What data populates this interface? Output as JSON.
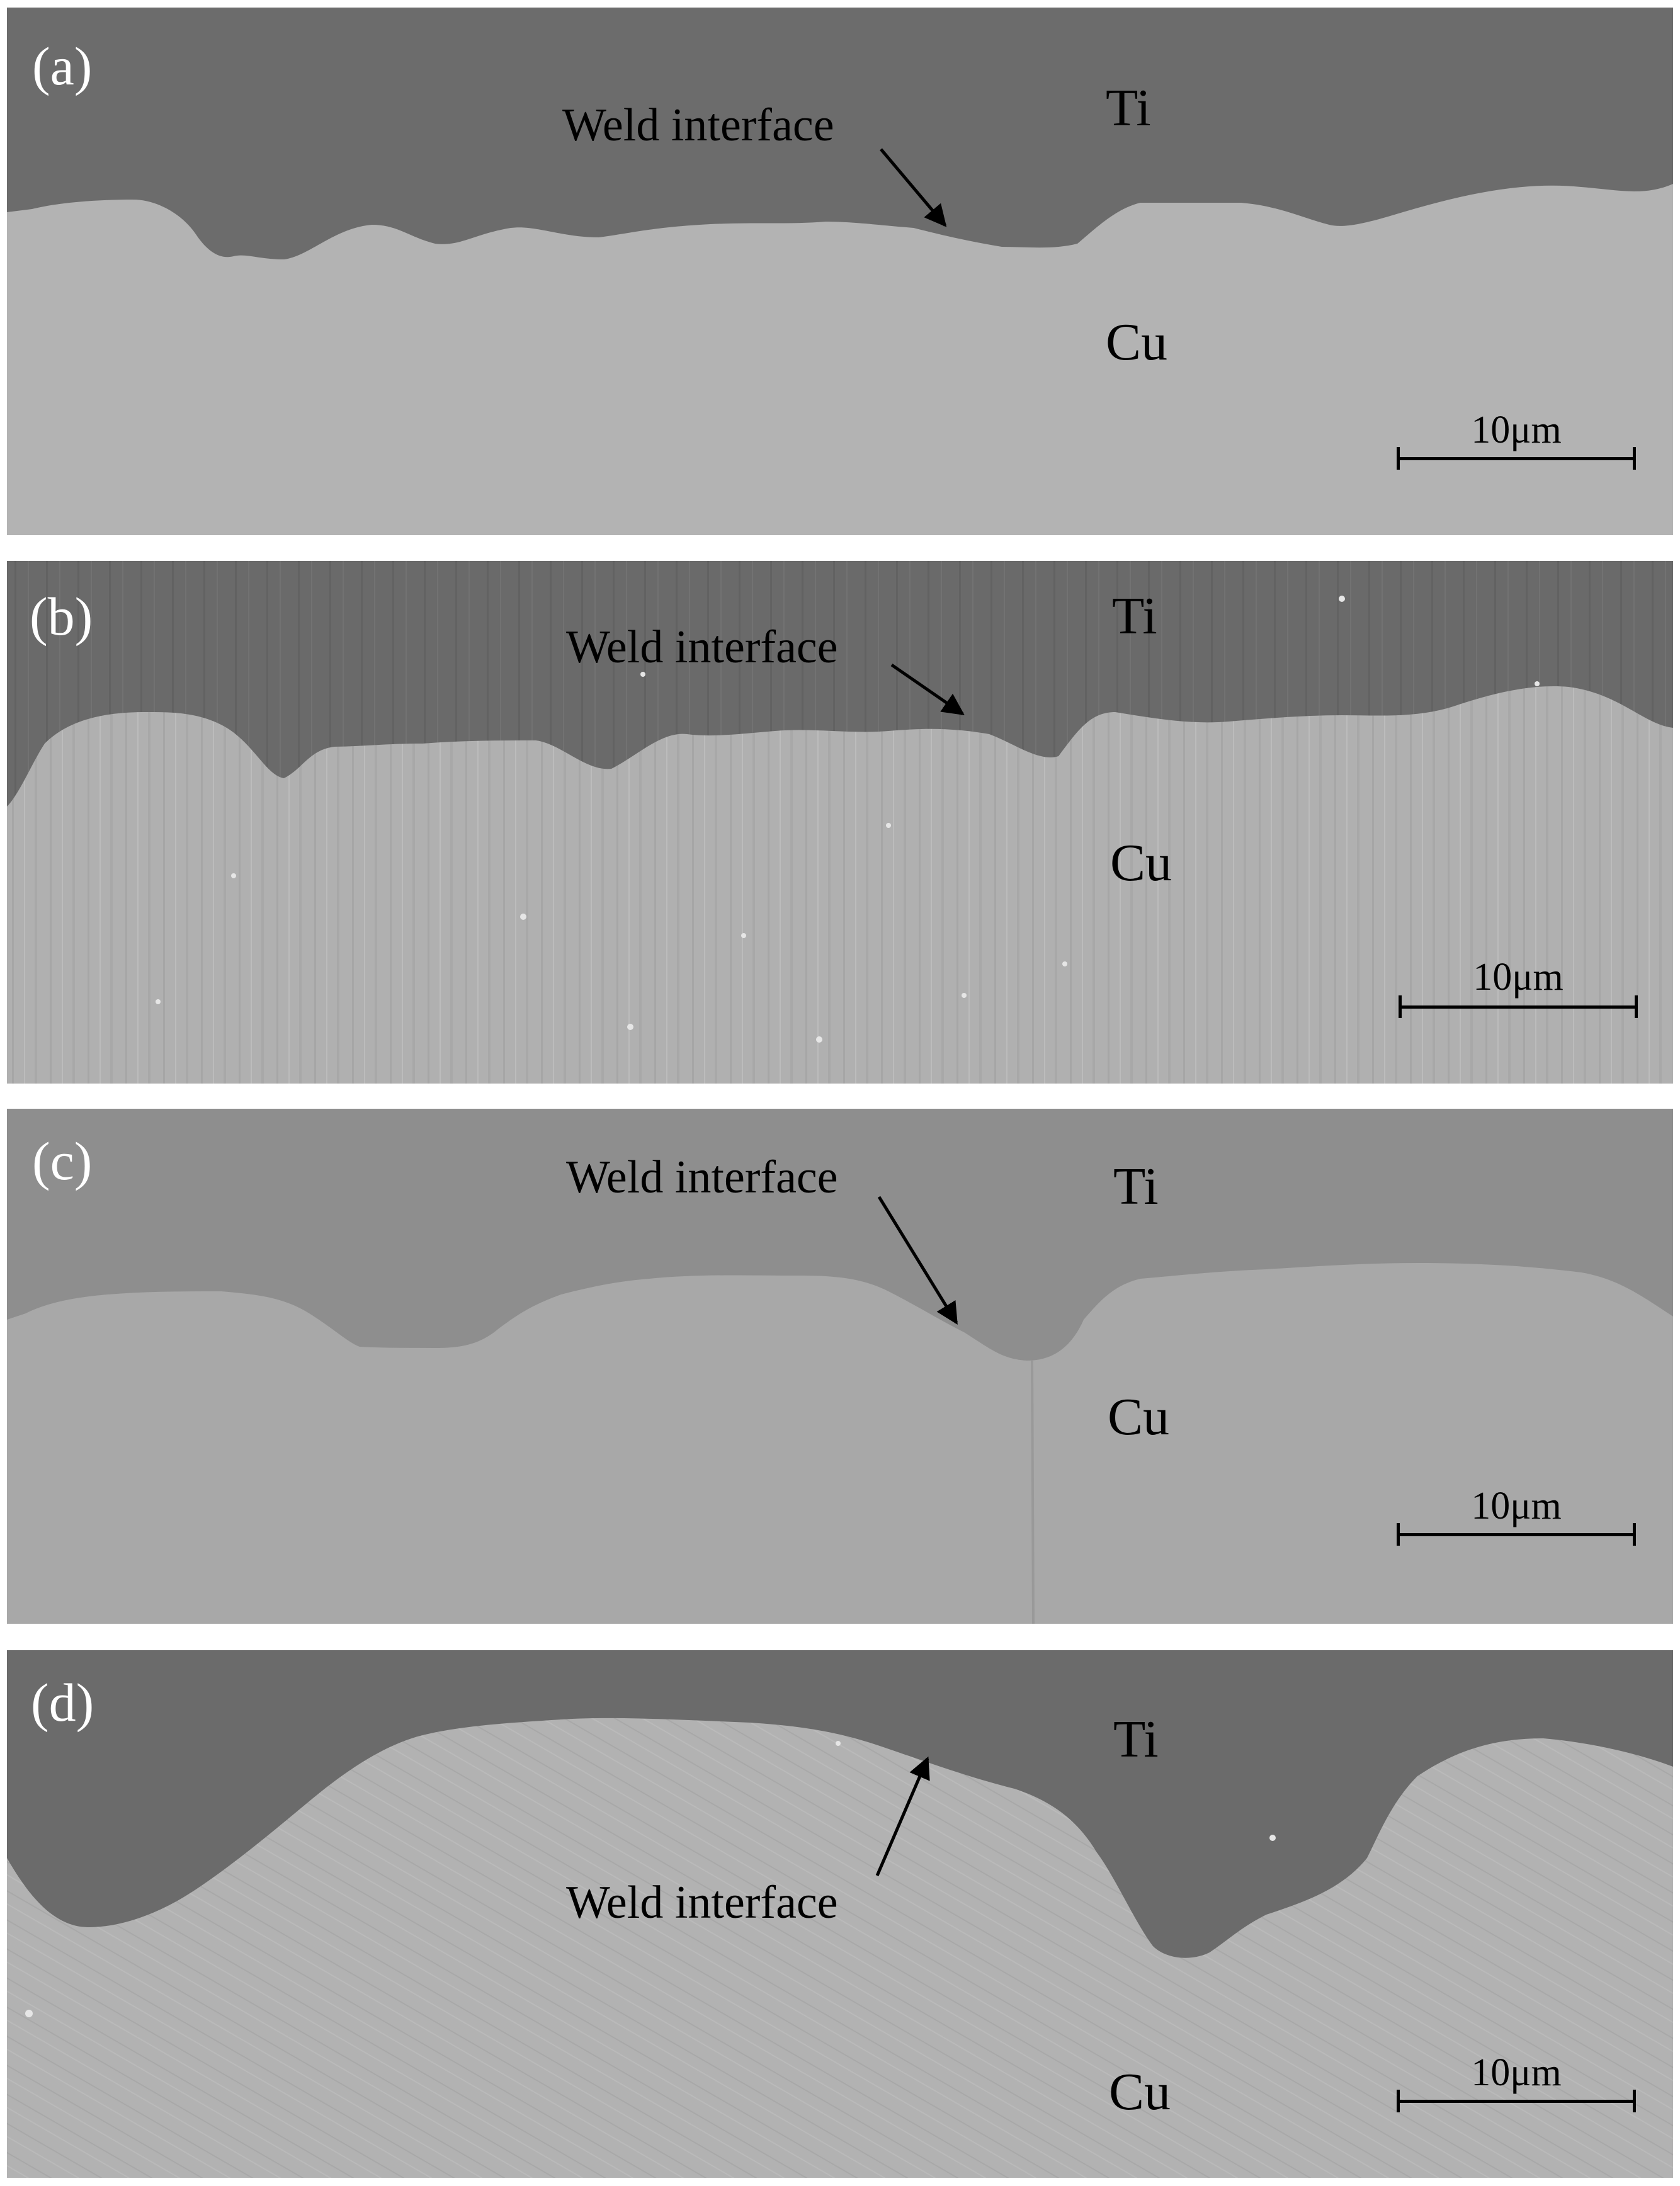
{
  "panels": [
    {
      "label": "(a)",
      "top_material": "Ti",
      "bottom_material": "Cu",
      "annotation": "Weld interface",
      "scale": "10μm"
    },
    {
      "label": "(b)",
      "top_material": "Ti",
      "bottom_material": "Cu",
      "annotation": "Weld interface",
      "scale": "10μm"
    },
    {
      "label": "(c)",
      "top_material": "Ti",
      "bottom_material": "Cu",
      "annotation": "Weld interface",
      "scale": "10μm"
    },
    {
      "label": "(d)",
      "top_material": "Ti",
      "bottom_material": "Cu",
      "annotation": "Weld interface",
      "scale": "10μm"
    }
  ],
  "colors": {
    "titanium": "#6b6b6b",
    "copper": "#b4b4b4",
    "copper_c": "#a9a9a9",
    "titanium_c": "#8e8e8e"
  }
}
